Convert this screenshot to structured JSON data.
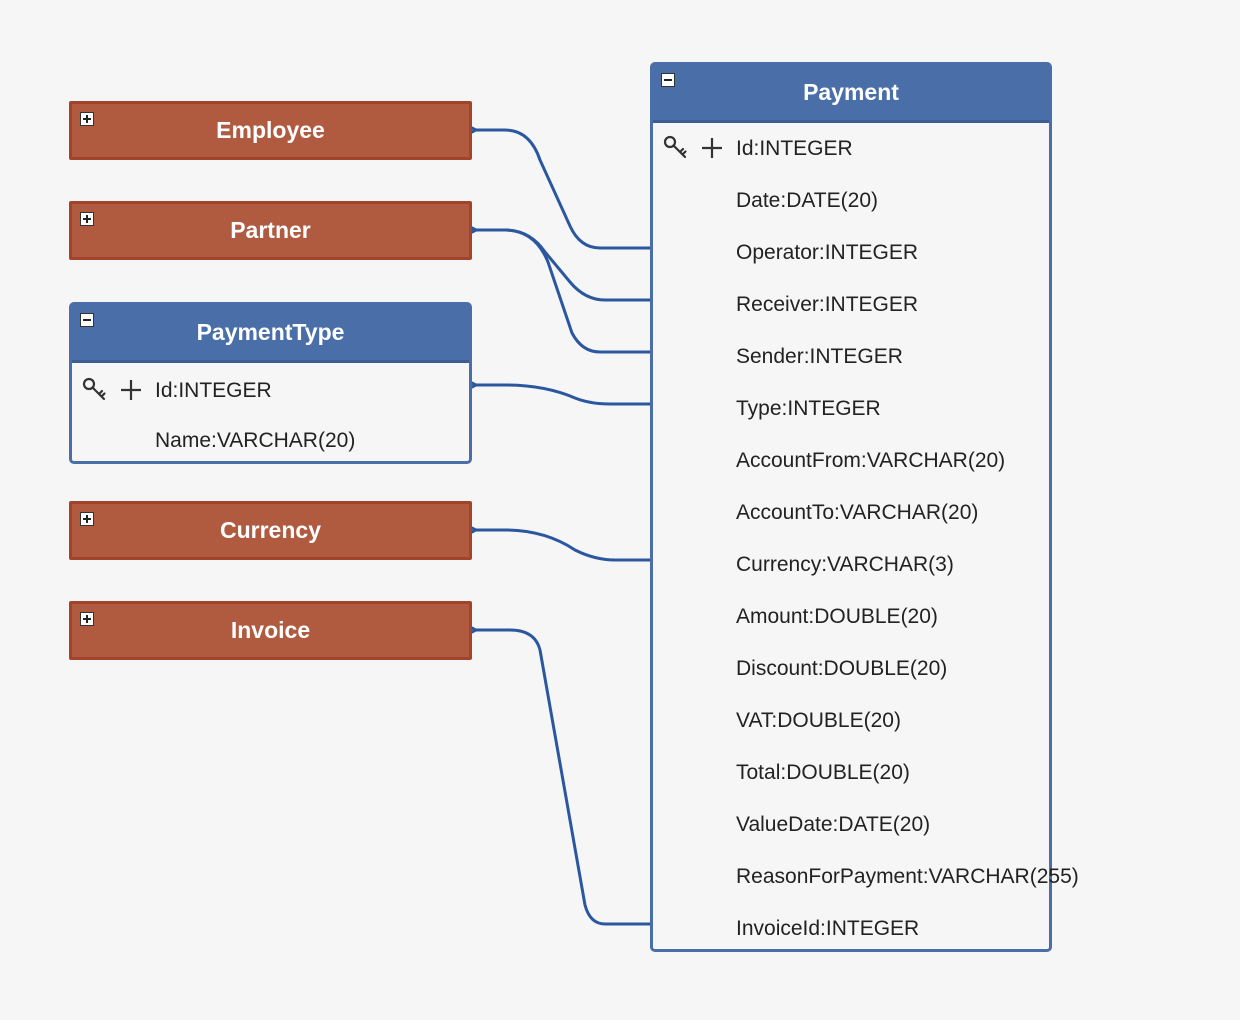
{
  "diagram": {
    "colors": {
      "collapsed_fill": "#b05a40",
      "collapsed_border": "#a1442b",
      "expanded_header": "#4a6ea8",
      "link": "#2b57a0",
      "background": "#f6f6f6"
    },
    "entities": {
      "employee": {
        "title": "Employee",
        "state": "collapsed",
        "toggle_icon": "plus-icon"
      },
      "partner": {
        "title": "Partner",
        "state": "collapsed",
        "toggle_icon": "plus-icon"
      },
      "payment_type": {
        "title": "PaymentType",
        "state": "expanded",
        "toggle_icon": "minus-icon",
        "fields": [
          {
            "label": "Id:INTEGER",
            "primary_key": true
          },
          {
            "label": "Name:VARCHAR(20)",
            "primary_key": false
          }
        ]
      },
      "currency": {
        "title": "Currency",
        "state": "collapsed",
        "toggle_icon": "plus-icon"
      },
      "invoice": {
        "title": "Invoice",
        "state": "collapsed",
        "toggle_icon": "plus-icon"
      },
      "payment": {
        "title": "Payment",
        "state": "expanded",
        "toggle_icon": "minus-icon",
        "fields": [
          {
            "label": "Id:INTEGER",
            "primary_key": true
          },
          {
            "label": "Date:DATE(20)",
            "primary_key": false
          },
          {
            "label": "Operator:INTEGER",
            "primary_key": false
          },
          {
            "label": "Receiver:INTEGER",
            "primary_key": false
          },
          {
            "label": "Sender:INTEGER",
            "primary_key": false
          },
          {
            "label": "Type:INTEGER",
            "primary_key": false
          },
          {
            "label": "AccountFrom:VARCHAR(20)",
            "primary_key": false
          },
          {
            "label": "AccountTo:VARCHAR(20)",
            "primary_key": false
          },
          {
            "label": "Currency:VARCHAR(3)",
            "primary_key": false
          },
          {
            "label": "Amount:DOUBLE(20)",
            "primary_key": false
          },
          {
            "label": "Discount:DOUBLE(20)",
            "primary_key": false
          },
          {
            "label": "VAT:DOUBLE(20)",
            "primary_key": false
          },
          {
            "label": "Total:DOUBLE(20)",
            "primary_key": false
          },
          {
            "label": "ValueDate:DATE(20)",
            "primary_key": false
          },
          {
            "label": "ReasonForPayment:VARCHAR(255)",
            "primary_key": false
          },
          {
            "label": "InvoiceId:INTEGER",
            "primary_key": false
          }
        ]
      }
    },
    "links": [
      {
        "from": "Payment.Operator",
        "to": "Employee"
      },
      {
        "from": "Payment.Receiver",
        "to": "Partner"
      },
      {
        "from": "Payment.Sender",
        "to": "Partner"
      },
      {
        "from": "Payment.Type",
        "to": "PaymentType.Id"
      },
      {
        "from": "Payment.Currency",
        "to": "Currency"
      },
      {
        "from": "Payment.InvoiceId",
        "to": "Invoice"
      }
    ]
  }
}
